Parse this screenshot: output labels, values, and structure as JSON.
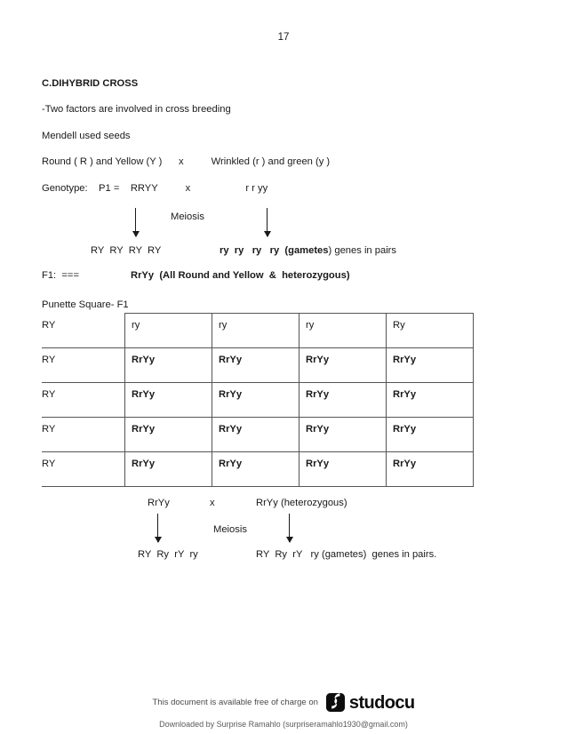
{
  "page": {
    "number": "17"
  },
  "document": {
    "heading": "C.DIHYBRID CROSS",
    "intro_line": "-Two factors are involved in cross breeding",
    "mendel_line": "Mendell used seeds",
    "phenotype_line": "Round ( R ) and Yellow (Y )      x          Wrinkled (r ) and green (y )",
    "genotype_line": "Genotype:    P1 =    RRYY          x                    r r yy",
    "meiosis_label": "Meiosis",
    "gametes_left": "RY  RY  RY  RY",
    "gametes_right_bold": "ry  ry   ry   ry  (gametes",
    "gametes_right_plain": ") genes in pairs",
    "f1_prefix": "F1:  ===",
    "f1_result": "RrYy  (All Round and Yellow  &  heterozygous)",
    "punnett_caption": "Punette Square- F1"
  },
  "punnett": {
    "corner": "RY",
    "column_headers": [
      "ry",
      "ry",
      "ry",
      "Ry"
    ],
    "row_headers": [
      "RY",
      "RY",
      "RY",
      "RY"
    ],
    "cells": [
      [
        "RrYy",
        "RrYy",
        "RrYy",
        "RrYy"
      ],
      [
        "RrYy",
        "RrYy",
        "RrYy",
        "RrYy"
      ],
      [
        "RrYy",
        "RrYy",
        "RrYy",
        "RrYy"
      ],
      [
        "RrYy",
        "RrYy",
        "RrYy",
        "RrYy"
      ]
    ]
  },
  "second_cross": {
    "parent_left": "RrYy",
    "cross_symbol": "x",
    "parent_right": "RrYy (heterozygous)",
    "meiosis_label": "Meiosis",
    "gametes_left": "RY  Ry  rY  ry",
    "gametes_right": "RY  Ry  rY   ry (gametes)  genes in pairs."
  },
  "footer": {
    "promo_text": "This document is available free of charge on",
    "brand": "studocu",
    "download_text": "Downloaded by Surprise Ramahlo (surpriseramahlo1930@gmail.com)"
  }
}
